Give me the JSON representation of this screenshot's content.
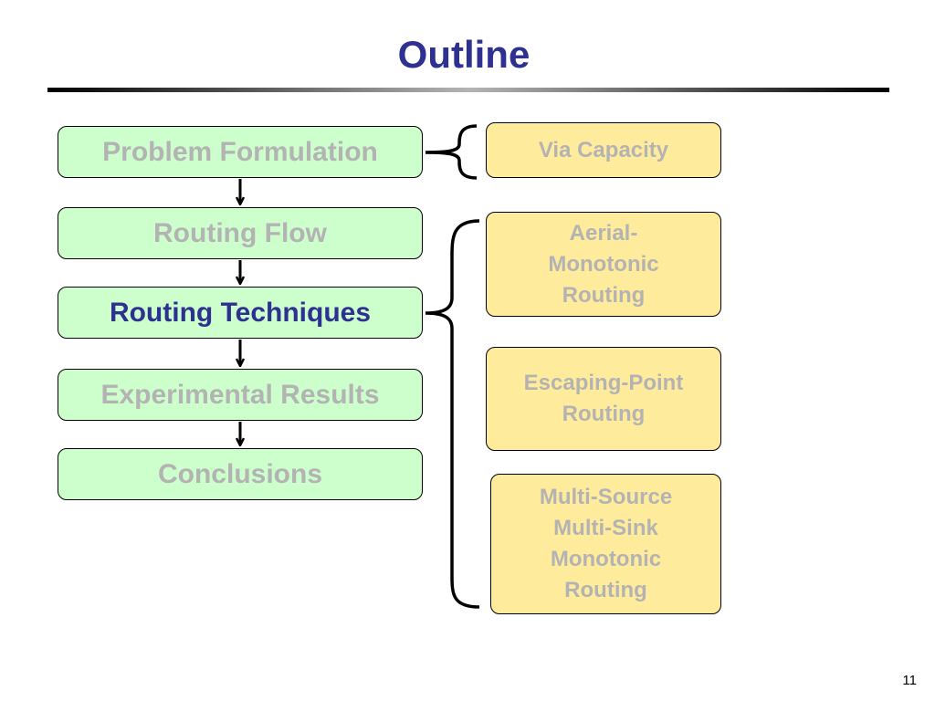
{
  "slide": {
    "title": "Outline",
    "page_number": "11"
  },
  "steps": [
    {
      "label": "Problem Formulation"
    },
    {
      "label": "Routing Flow"
    },
    {
      "label": "Routing Techniques"
    },
    {
      "label": "Experimental Results"
    },
    {
      "label": "Conclusions"
    }
  ],
  "active_step": "Routing Techniques",
  "details": {
    "problem_formulation": [
      "Via Capacity"
    ],
    "routing_techniques": [
      "Aerial-\nMonotonic\nRouting",
      "Escaping-Point\nRouting",
      "Multi-Source\nMulti-Sink\nMonotonic\nRouting"
    ]
  },
  "colors": {
    "title": "#2e3192",
    "active_text": "#2e3192",
    "inactive_text": "#b3b3b3",
    "step_fill": "#ccffcc",
    "detail_fill": "#ffeb9c"
  }
}
